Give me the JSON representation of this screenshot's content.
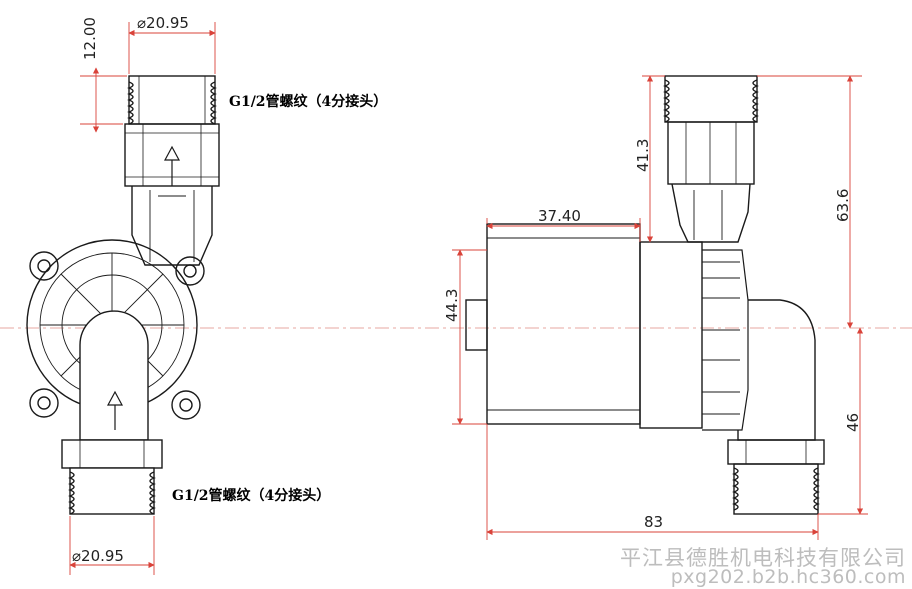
{
  "dimensions": {
    "top_fitting_diameter": "⌀20.95",
    "bottom_fitting_diameter": "⌀20.95",
    "thread_length": "12.00",
    "motor_length": "37.40",
    "motor_height": "44.3",
    "top_fitting_height": "41.3",
    "top_to_center": "63.6",
    "bottom_to_center": "46",
    "total_length": "83"
  },
  "notes": {
    "thread_top": "G1/2管螺纹（4分接头）",
    "thread_bottom": "G1/2管螺纹（4分接头）"
  },
  "watermark": {
    "company": "平江县德胜机电科技有限公司",
    "url": "pxg202.b2b.hc360.com"
  },
  "colors": {
    "outline": "#1a1a1a",
    "dimension_line": "#d9433a",
    "centerline": "#e08a84",
    "watermark": "#bdbdbd"
  }
}
